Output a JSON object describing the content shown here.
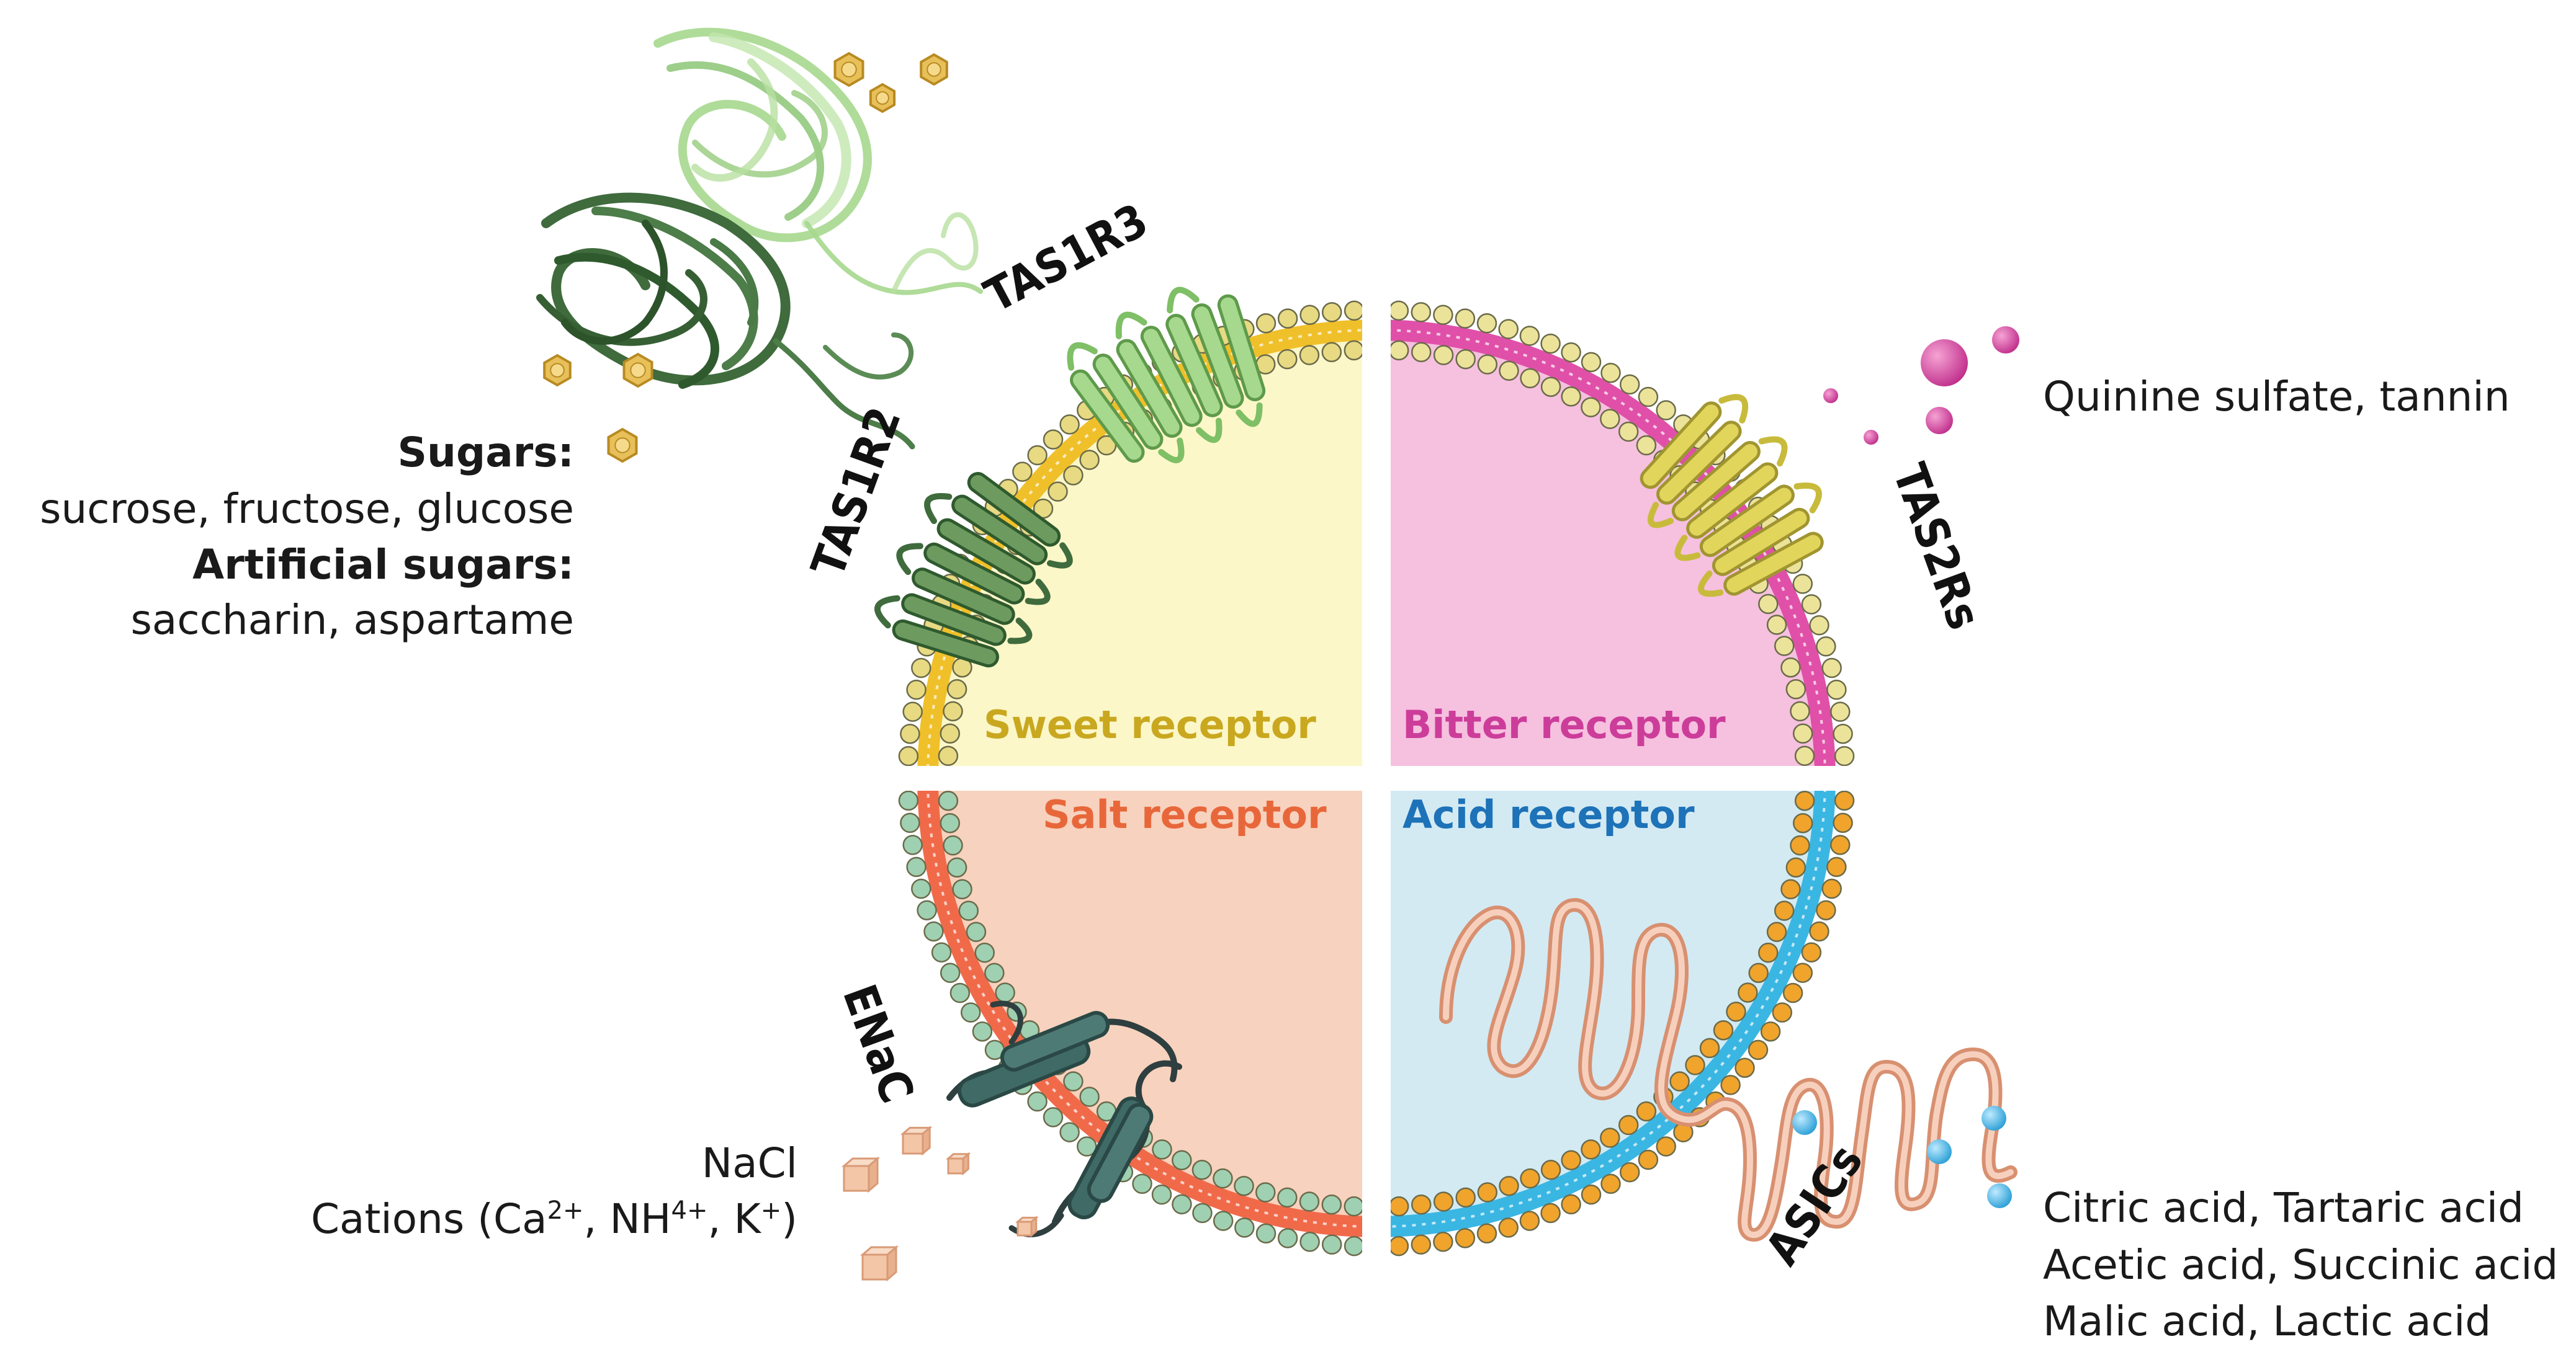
{
  "quadrants": {
    "sweet": {
      "title": "Sweet receptor",
      "color": "#c9a820"
    },
    "bitter": {
      "title": "Bitter receptor",
      "color": "#cc3d9a"
    },
    "salt": {
      "title": "Salt receptor",
      "color": "#e8673a"
    },
    "acid": {
      "title": "Acid receptor",
      "color": "#1d72b8"
    }
  },
  "proteins": {
    "tas1r3": "TAS1R3",
    "tas1r2": "TAS1R2",
    "tas2rs": "TAS2Rs",
    "enac": "ENaC",
    "asics": "ASICs"
  },
  "sweet_text": {
    "sugars_heading": "Sugars:",
    "sugars_list": "sucrose, fructose, glucose",
    "artificial_heading": "Artificial sugars:",
    "artificial_list": "saccharin, aspartame"
  },
  "bitter_text": {
    "compounds": "Quinine sulfate, tannin"
  },
  "salt_text": {
    "nacl": "NaCl",
    "cations_prefix": "Cations (Ca",
    "ca_sup": "2+",
    "nh_mid": ", NH",
    "nh_sup": "4+",
    "k_mid": ", K",
    "k_sup": "+",
    "close": ")"
  },
  "acid_text": {
    "line1": "Citric acid, Tartaric acid",
    "line2": "Acetic acid, Succinic acid",
    "line3": "Malic acid, Lactic acid"
  },
  "colors": {
    "sweet_fill": "#fbf7c8",
    "bitter_fill": "#f6c0df",
    "salt_fill": "#f7d2be",
    "acid_fill": "#d3eaf3",
    "sweet_head": "#e8da82",
    "bitter_head": "#ece39a",
    "salt_head": "#9fd0b2",
    "acid_head": "#f0a42c",
    "protein_dark": "#3f6b3d",
    "protein_light": "#a6d88e",
    "tas2r": "#e2d55c",
    "enac": "#3f6a66",
    "asic": "#f0b59a",
    "bitter_ball": "#d23d9f",
    "acid_ball": "#3fb3e3",
    "sugar": "#e8c05a",
    "salt_cube": "#f2c6a7"
  }
}
